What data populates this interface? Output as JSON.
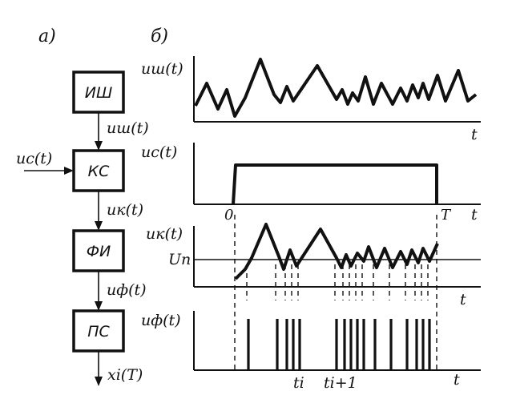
{
  "part_a": {
    "label": "а)"
  },
  "part_b": {
    "label": "б)"
  },
  "blocks": [
    {
      "id": "ish",
      "label": "ИШ"
    },
    {
      "id": "ks",
      "label": "КС"
    },
    {
      "id": "fi",
      "label": "ФИ"
    },
    {
      "id": "ps",
      "label": "ПС"
    }
  ],
  "signals": {
    "u_sh": "uш(t)",
    "u_c": "uc(t)",
    "u_k": "uк(t)",
    "u_f": "uф(t)",
    "x_out": "xi(T)"
  },
  "plots": {
    "noise": {
      "ylabel": "uш(t)",
      "xlabel": "t"
    },
    "signal": {
      "ylabel": "uc(t)",
      "xlabel": "t",
      "origin": "0",
      "end": "T"
    },
    "combined": {
      "ylabel": "uк(t)",
      "threshold": "Uп",
      "xlabel": "t"
    },
    "pulses": {
      "ylabel": "uф(t)",
      "xlabel": "t",
      "t_i": "ti",
      "t_i1": "ti+1"
    }
  }
}
